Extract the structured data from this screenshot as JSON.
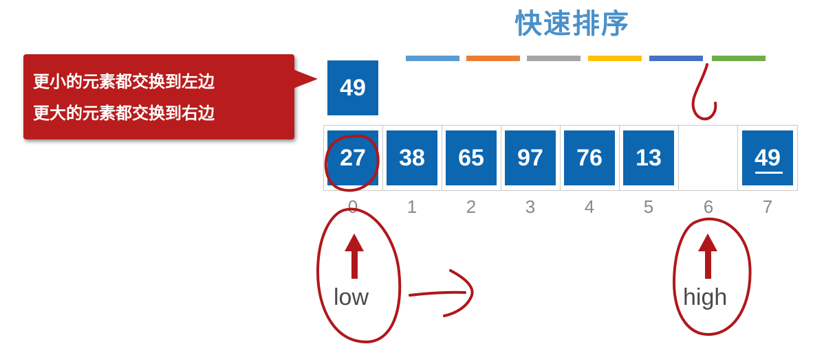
{
  "title": "快速排序",
  "colors": {
    "cell_fill": "#0d66b0",
    "callout_fill": "#b81c1c",
    "title": "#4a90c8",
    "annotation_ink": "#b0171b"
  },
  "color_bars": [
    "#5b9bd5",
    "#ed7d31",
    "#a5a5a5",
    "#ffc000",
    "#4472c4",
    "#70ad47"
  ],
  "callout": {
    "line1": "更小的元素都交换到左边",
    "line2": "更大的元素都交换到右边"
  },
  "pivot": {
    "value": "49"
  },
  "array": [
    {
      "index": "0",
      "value": "27"
    },
    {
      "index": "1",
      "value": "38"
    },
    {
      "index": "2",
      "value": "65"
    },
    {
      "index": "3",
      "value": "97"
    },
    {
      "index": "4",
      "value": "76"
    },
    {
      "index": "5",
      "value": "13"
    },
    {
      "index": "6",
      "value": ""
    },
    {
      "index": "7",
      "value": "49"
    }
  ],
  "pointers": {
    "low": "low",
    "high": "high"
  }
}
